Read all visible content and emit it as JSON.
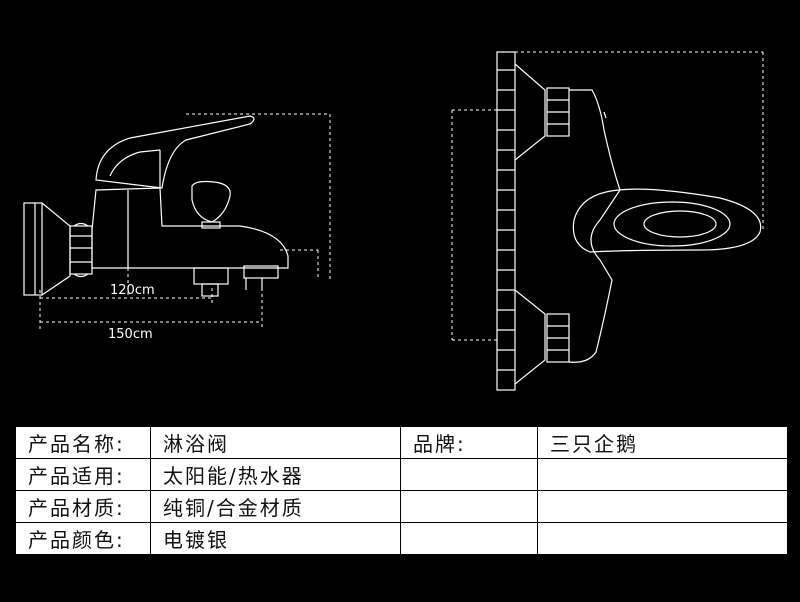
{
  "dimensions": {
    "short": "120cm",
    "long": "150cm"
  },
  "table": {
    "rows": [
      {
        "label": "产品名称:",
        "value": "淋浴阀",
        "col3": "品牌:",
        "col4": "三只企鹅"
      },
      {
        "label": "产品适用:",
        "value": "太阳能/热水器",
        "col3": "",
        "col4": ""
      },
      {
        "label": "产品材质:",
        "value": "纯铜/合金材质",
        "col3": "",
        "col4": ""
      },
      {
        "label": "产品颜色:",
        "value": "电镀银",
        "col3": "",
        "col4": ""
      }
    ]
  },
  "colors": {
    "background": "#000000",
    "lines": "#ffffff",
    "table_background": "#ffffff"
  }
}
